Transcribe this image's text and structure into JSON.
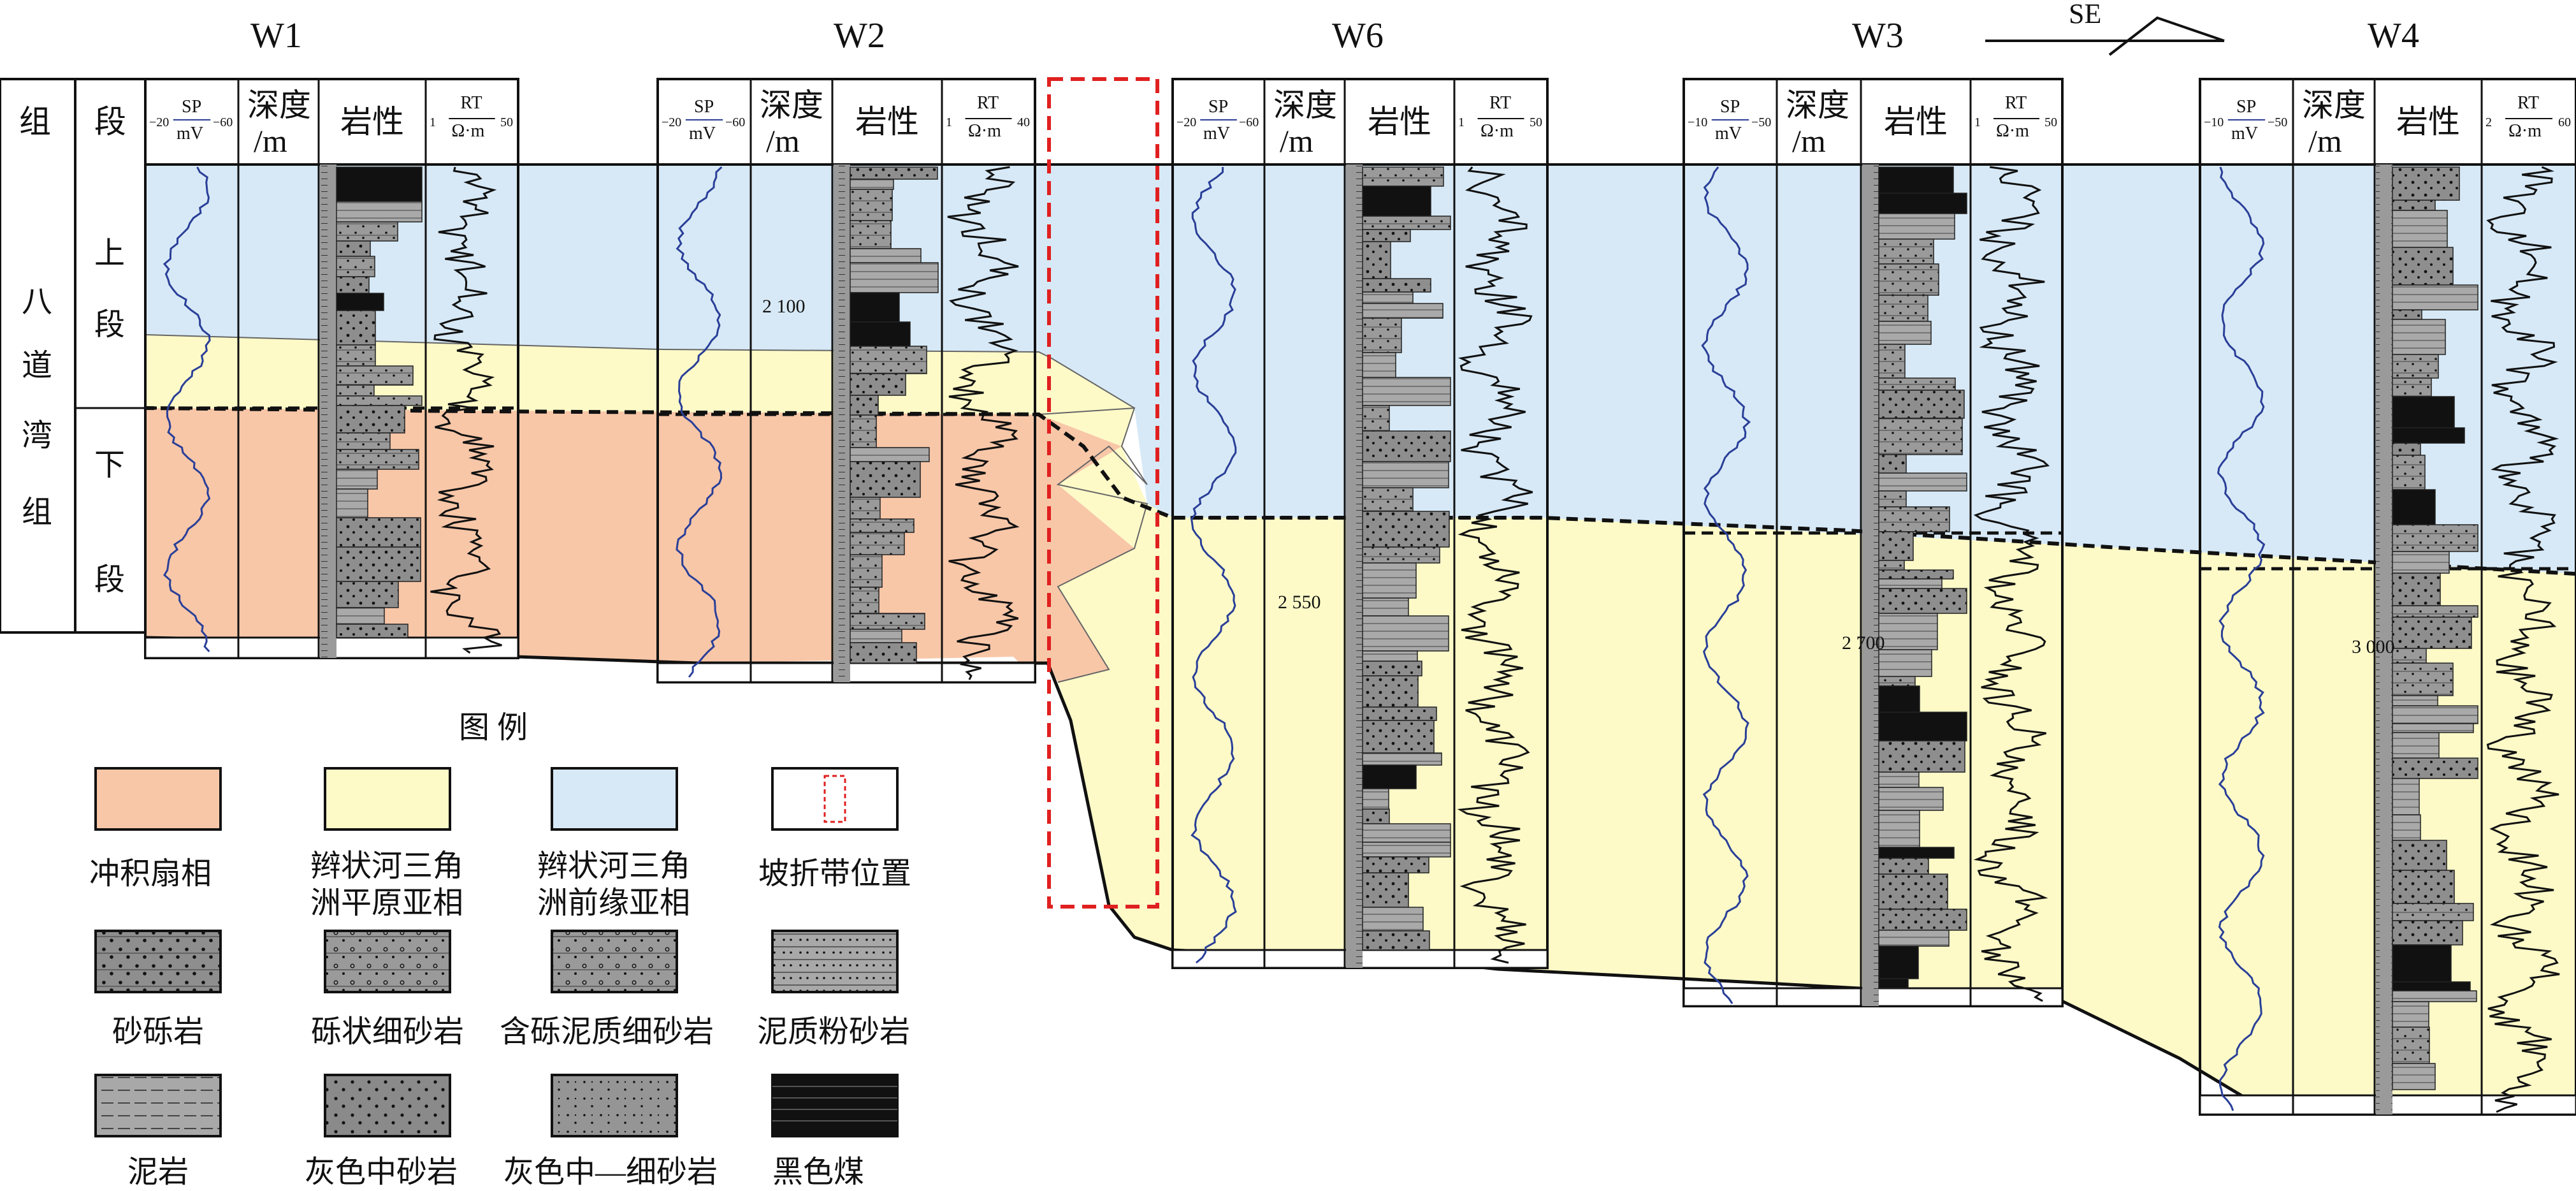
{
  "wells": [
    "W1",
    "W2",
    "W6",
    "W3",
    "W4"
  ],
  "direction": "SE",
  "columns": {
    "formation": "组",
    "member": "段",
    "sp": "SP",
    "sp_unit": "mV",
    "depth_line1": "深度",
    "depth_line2": "/m",
    "lithology": "岩性",
    "rt": "RT",
    "rt_unit": "Ω·m"
  },
  "scales": {
    "W1": {
      "sp_left": "−20",
      "sp_right": "−60",
      "rt_left": "1",
      "rt_right": "50"
    },
    "W2": {
      "sp_left": "−20",
      "sp_right": "−60",
      "rt_left": "1",
      "rt_right": "40"
    },
    "W6": {
      "sp_left": "−20",
      "sp_right": "−60",
      "rt_left": "1",
      "rt_right": "50"
    },
    "W3": {
      "sp_left": "−10",
      "sp_right": "−50",
      "rt_left": "1",
      "rt_right": "50"
    },
    "W4": {
      "sp_left": "−10",
      "sp_right": "−50",
      "rt_left": "2",
      "rt_right": "60"
    }
  },
  "formation_chars": [
    "八",
    "道",
    "湾",
    "组"
  ],
  "upper_member": [
    "上",
    "段"
  ],
  "lower_member": [
    "下",
    "段"
  ],
  "depth_marks": {
    "W2": "2 100",
    "W6": "2 550",
    "W3": "2 700",
    "W4": "3 000"
  },
  "legend": {
    "title": "图 例",
    "facies": [
      {
        "label": "冲积扇相",
        "color": "#f8c7a8"
      },
      {
        "label": "辫状河三角洲平原亚相",
        "color": "#fdfac8"
      },
      {
        "label": "辫状河三角洲前缘亚相",
        "color": "#d7e9f6"
      },
      {
        "label": "坡折带位置",
        "color": "#e02020"
      }
    ],
    "lithology": [
      {
        "label": "砂砾岩"
      },
      {
        "label": "砾状细砂岩"
      },
      {
        "label": "含砾泥质细砂岩"
      },
      {
        "label": "泥质粉砂岩"
      },
      {
        "label": "泥岩"
      },
      {
        "label": "灰色中砂岩"
      },
      {
        "label": "灰色中—细砂岩"
      },
      {
        "label": "黑色煤"
      }
    ]
  }
}
